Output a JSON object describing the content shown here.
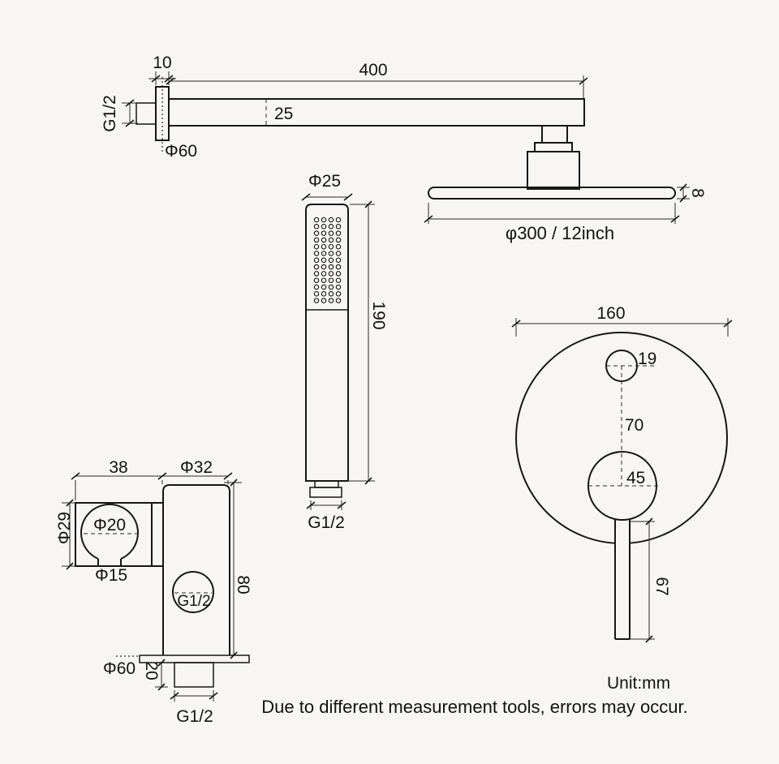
{
  "meta": {
    "unit_label": "Unit:mm",
    "disclaimer": "Due to different measurement tools, errors may occur."
  },
  "colors": {
    "background": "#f8f6f4",
    "line": "#161616",
    "text": "#131313"
  },
  "shower_arm": {
    "wall_plate_thickness": "10",
    "arm_length": "400",
    "arm_height": "25",
    "inlet_thread": "G1/2",
    "flange_diameter": "Φ60"
  },
  "shower_head": {
    "diameter_label": "φ300 / 12inch",
    "thickness": "8"
  },
  "hand_shower": {
    "diameter": "Φ25",
    "length": "190",
    "thread": "G1/2",
    "spray_grid": {
      "rows": 13,
      "cols": 4
    }
  },
  "mixer_valve": {
    "plate_diameter": "160",
    "top_hole_diameter": "19",
    "hole_spacing": "70",
    "handle_base_diameter": "45",
    "lever_length": "67"
  },
  "holder_valve": {
    "bracket_width": "38",
    "body_diameter": "Φ32",
    "bracket_height": "Φ29",
    "clip_inner_diameter": "Φ20",
    "clip_opening": "Φ15",
    "side_port_thread": "G1/2",
    "body_height": "80",
    "flange_diameter": "Φ60",
    "thread_length": "20",
    "outlet_thread": "G1/2"
  }
}
